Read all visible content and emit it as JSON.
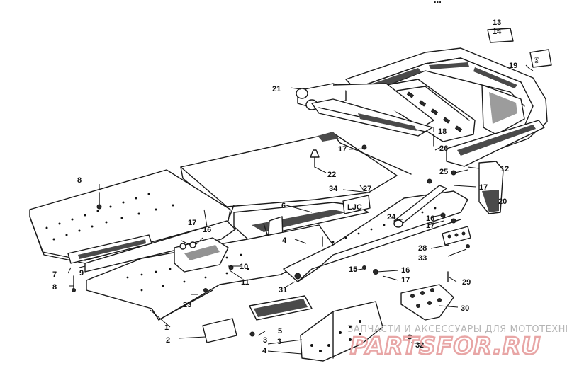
{
  "header_fragment": "...",
  "callouts": [
    {
      "id": "c1",
      "text": "1"
    },
    {
      "id": "c2",
      "text": "2"
    },
    {
      "id": "c3",
      "text": "3"
    },
    {
      "id": "c3b",
      "text": "3"
    },
    {
      "id": "c4",
      "text": "4"
    },
    {
      "id": "c4b",
      "text": "4"
    },
    {
      "id": "c5",
      "text": "5"
    },
    {
      "id": "c6",
      "text": "6"
    },
    {
      "id": "c7",
      "text": "7"
    },
    {
      "id": "c8",
      "text": "8"
    },
    {
      "id": "c8b",
      "text": "8"
    },
    {
      "id": "c9",
      "text": "9"
    },
    {
      "id": "c10",
      "text": "10"
    },
    {
      "id": "c11",
      "text": "11"
    },
    {
      "id": "c12",
      "text": "12"
    },
    {
      "id": "c13",
      "text": "13"
    },
    {
      "id": "c14",
      "text": "14"
    },
    {
      "id": "c15",
      "text": "15"
    },
    {
      "id": "c16",
      "text": "16"
    },
    {
      "id": "c16b",
      "text": "16"
    },
    {
      "id": "c16c",
      "text": "16"
    },
    {
      "id": "c17",
      "text": "17"
    },
    {
      "id": "c17b",
      "text": "17"
    },
    {
      "id": "c17c",
      "text": "17"
    },
    {
      "id": "c17d",
      "text": "17"
    },
    {
      "id": "c17e",
      "text": "17"
    },
    {
      "id": "c18",
      "text": "18"
    },
    {
      "id": "c19",
      "text": "19"
    },
    {
      "id": "c20",
      "text": "20"
    },
    {
      "id": "c21",
      "text": "21"
    },
    {
      "id": "c22",
      "text": "22"
    },
    {
      "id": "c23",
      "text": "23"
    },
    {
      "id": "c24",
      "text": "24"
    },
    {
      "id": "c25",
      "text": "25"
    },
    {
      "id": "c26",
      "text": "26"
    },
    {
      "id": "c27",
      "text": "27"
    },
    {
      "id": "c28",
      "text": "28"
    },
    {
      "id": "c29",
      "text": "29"
    },
    {
      "id": "c30",
      "text": "30"
    },
    {
      "id": "c31",
      "text": "31"
    },
    {
      "id": "c32",
      "text": "32"
    },
    {
      "id": "c33",
      "text": "33"
    },
    {
      "id": "c34",
      "text": "34"
    }
  ],
  "decal_text": "LJC",
  "watermark": {
    "caption": "ЗАПЧАСТИ И АКСЕССУАРЫ ДЛЯ МОТОТЕХНИКИ",
    "logo": "PARTSFOR.RU"
  }
}
